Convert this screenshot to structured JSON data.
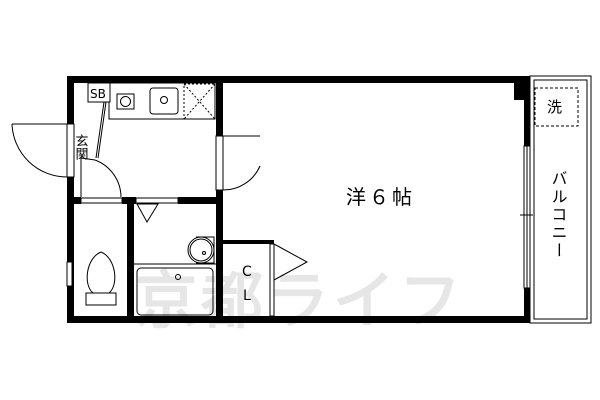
{
  "floorplan": {
    "main_room": {
      "label": "洋６帖",
      "type": "western-style room",
      "size_tatami": 6
    },
    "entrance": {
      "label": "玄関"
    },
    "shoe_box": {
      "label": "SB"
    },
    "closet": {
      "label_top": "C",
      "label_bottom": "L"
    },
    "balcony": {
      "label": "バルコニー"
    },
    "washer": {
      "label": "洗"
    },
    "watermark": {
      "text": "京都ライフ"
    }
  },
  "colors": {
    "wall": "#000000",
    "background": "#ffffff",
    "watermark": "#e6e6e6"
  }
}
